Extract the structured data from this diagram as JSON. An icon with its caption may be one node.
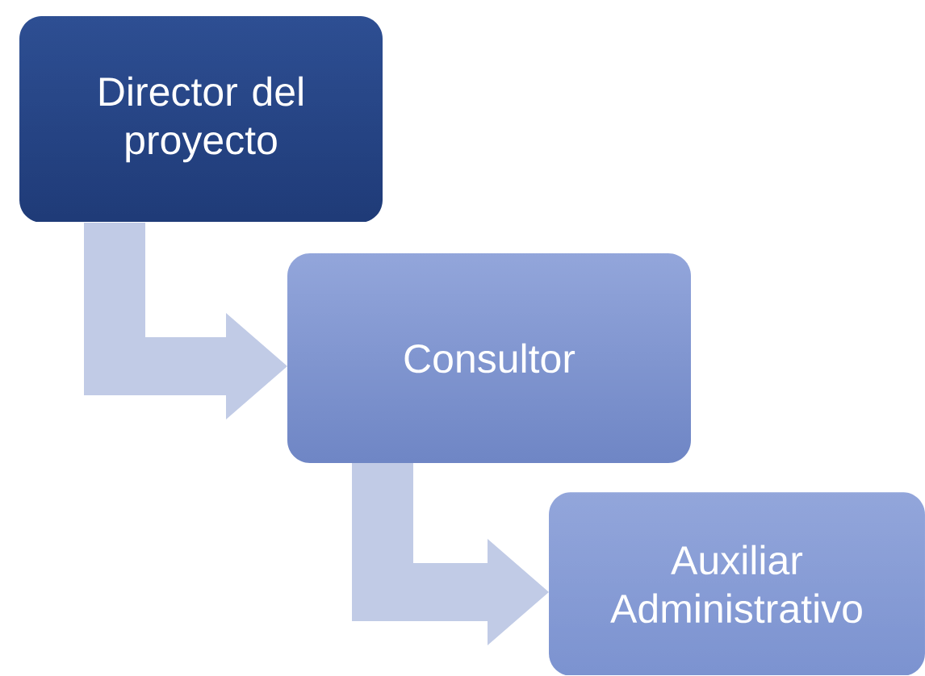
{
  "diagram": {
    "nodes": [
      {
        "text": [
          "Director del proyecto"
        ]
      },
      {
        "text": [
          "Consultor"
        ]
      },
      {
        "text": [
          "Auxiliar Administrativo"
        ]
      }
    ],
    "edges": [
      {
        "from": 0,
        "to": 1,
        "arrow": "to"
      },
      {
        "from": 1,
        "to": 2,
        "arrow": "to"
      }
    ]
  }
}
